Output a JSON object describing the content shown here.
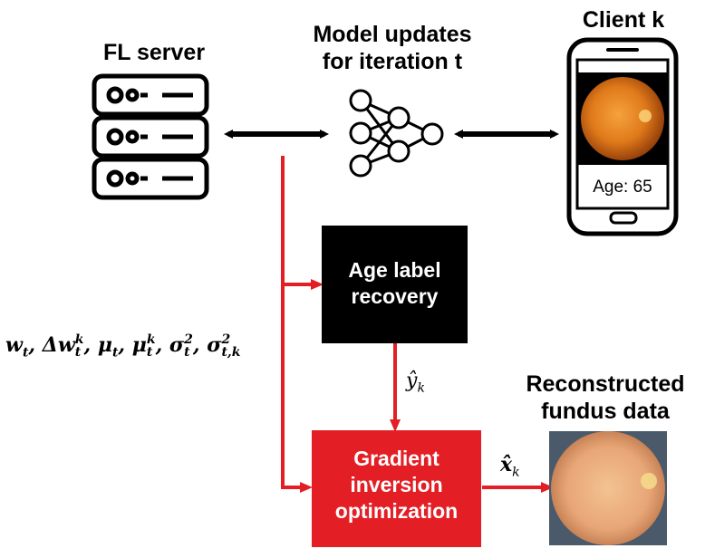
{
  "labels": {
    "fl_server": "FL server",
    "model_updates_line1": "Model updates",
    "model_updates_line2": "for iteration t",
    "client": "Client k",
    "phone_age": "Age: 65",
    "age_box_line1": "Age label",
    "age_box_line2": "recovery",
    "grad_box_line1": "Gradient",
    "grad_box_line2": "inversion",
    "grad_box_line3": "optimization",
    "reconstructed_line1": "Reconstructed",
    "reconstructed_line2": "fundus data"
  },
  "math": {
    "w": "w",
    "t": "t",
    "delta": "Δw",
    "k": "k",
    "mu": "μ",
    "sigma": "σ",
    "two": "2",
    "tk": "t,k",
    "comma": ",",
    "y_hat": "ŷ",
    "x_hat": "x̂"
  },
  "colors": {
    "red": "#e31e24",
    "black": "#000000",
    "fundus_orange": "#e07a1a"
  },
  "icons": [
    "server-icon",
    "neural-network-icon",
    "smartphone-icon",
    "fundus-image-icon"
  ]
}
